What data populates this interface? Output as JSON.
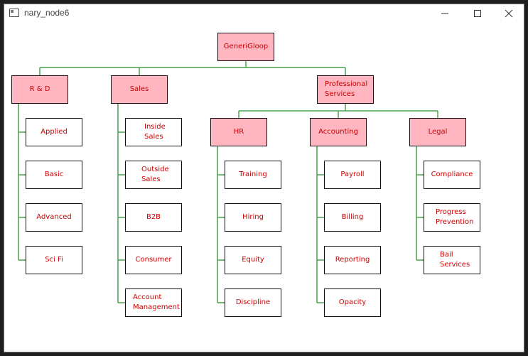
{
  "window": {
    "title": "nary_node6"
  },
  "colors": {
    "node_text": "#cc0000",
    "parent_fill": "#ffb6c1",
    "leaf_fill": "#ffffff",
    "connector": "#4aa34a"
  },
  "tree": {
    "root": "GeneriGloop",
    "rnd": {
      "label": "R & D",
      "children": [
        "Applied",
        "Basic",
        "Advanced",
        "Sci Fi"
      ]
    },
    "sales": {
      "label": "Sales",
      "children": [
        "Inside\nSales",
        "Outside\nSales",
        "B2B",
        "Consumer",
        "Account\nManagement"
      ]
    },
    "pro": {
      "label": "Professional\nServices",
      "hr": {
        "label": "HR",
        "children": [
          "Training",
          "Hiring",
          "Equity",
          "Discipline"
        ]
      },
      "accounting": {
        "label": "Accounting",
        "children": [
          "Payroll",
          "Billing",
          "Reporting",
          "Opacity"
        ]
      },
      "legal": {
        "label": "Legal",
        "children": [
          "Compliance",
          "Progress\nPrevention",
          "Bail\nServices"
        ]
      }
    }
  }
}
